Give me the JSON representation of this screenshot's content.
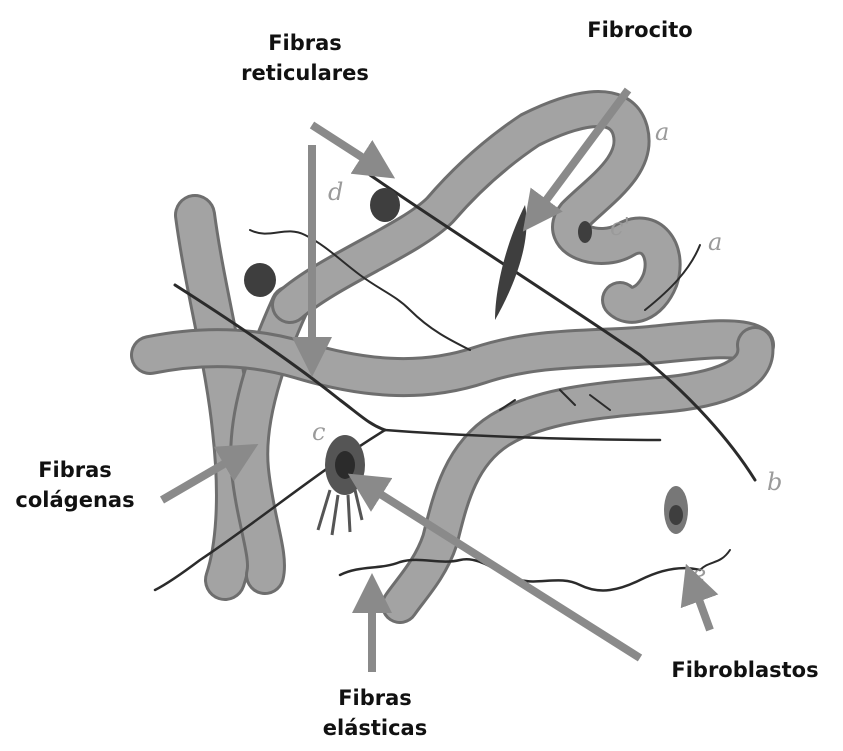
{
  "labels": {
    "fibras_reticulares": [
      "Fibras",
      "reticulares"
    ],
    "fibrocito": "Fibrocito",
    "fibras_colagenas": [
      "Fibras",
      "colágenas"
    ],
    "fibroblastos": "Fibroblastos",
    "fibras_elasticas": [
      "Fibras",
      "elásticas"
    ]
  },
  "letters": {
    "a1": "a",
    "a2": "a",
    "b": "b",
    "c1": "c'",
    "c2": "c",
    "d": "d",
    "e": "e"
  },
  "colors": {
    "arrow": "#8a8a8a",
    "collagen_fill": "#a3a3a3",
    "collagen_edge": "#6e6e6e",
    "fiber_line": "#2b2b2b",
    "cell": "#3e3e3e",
    "text": "#111111"
  }
}
